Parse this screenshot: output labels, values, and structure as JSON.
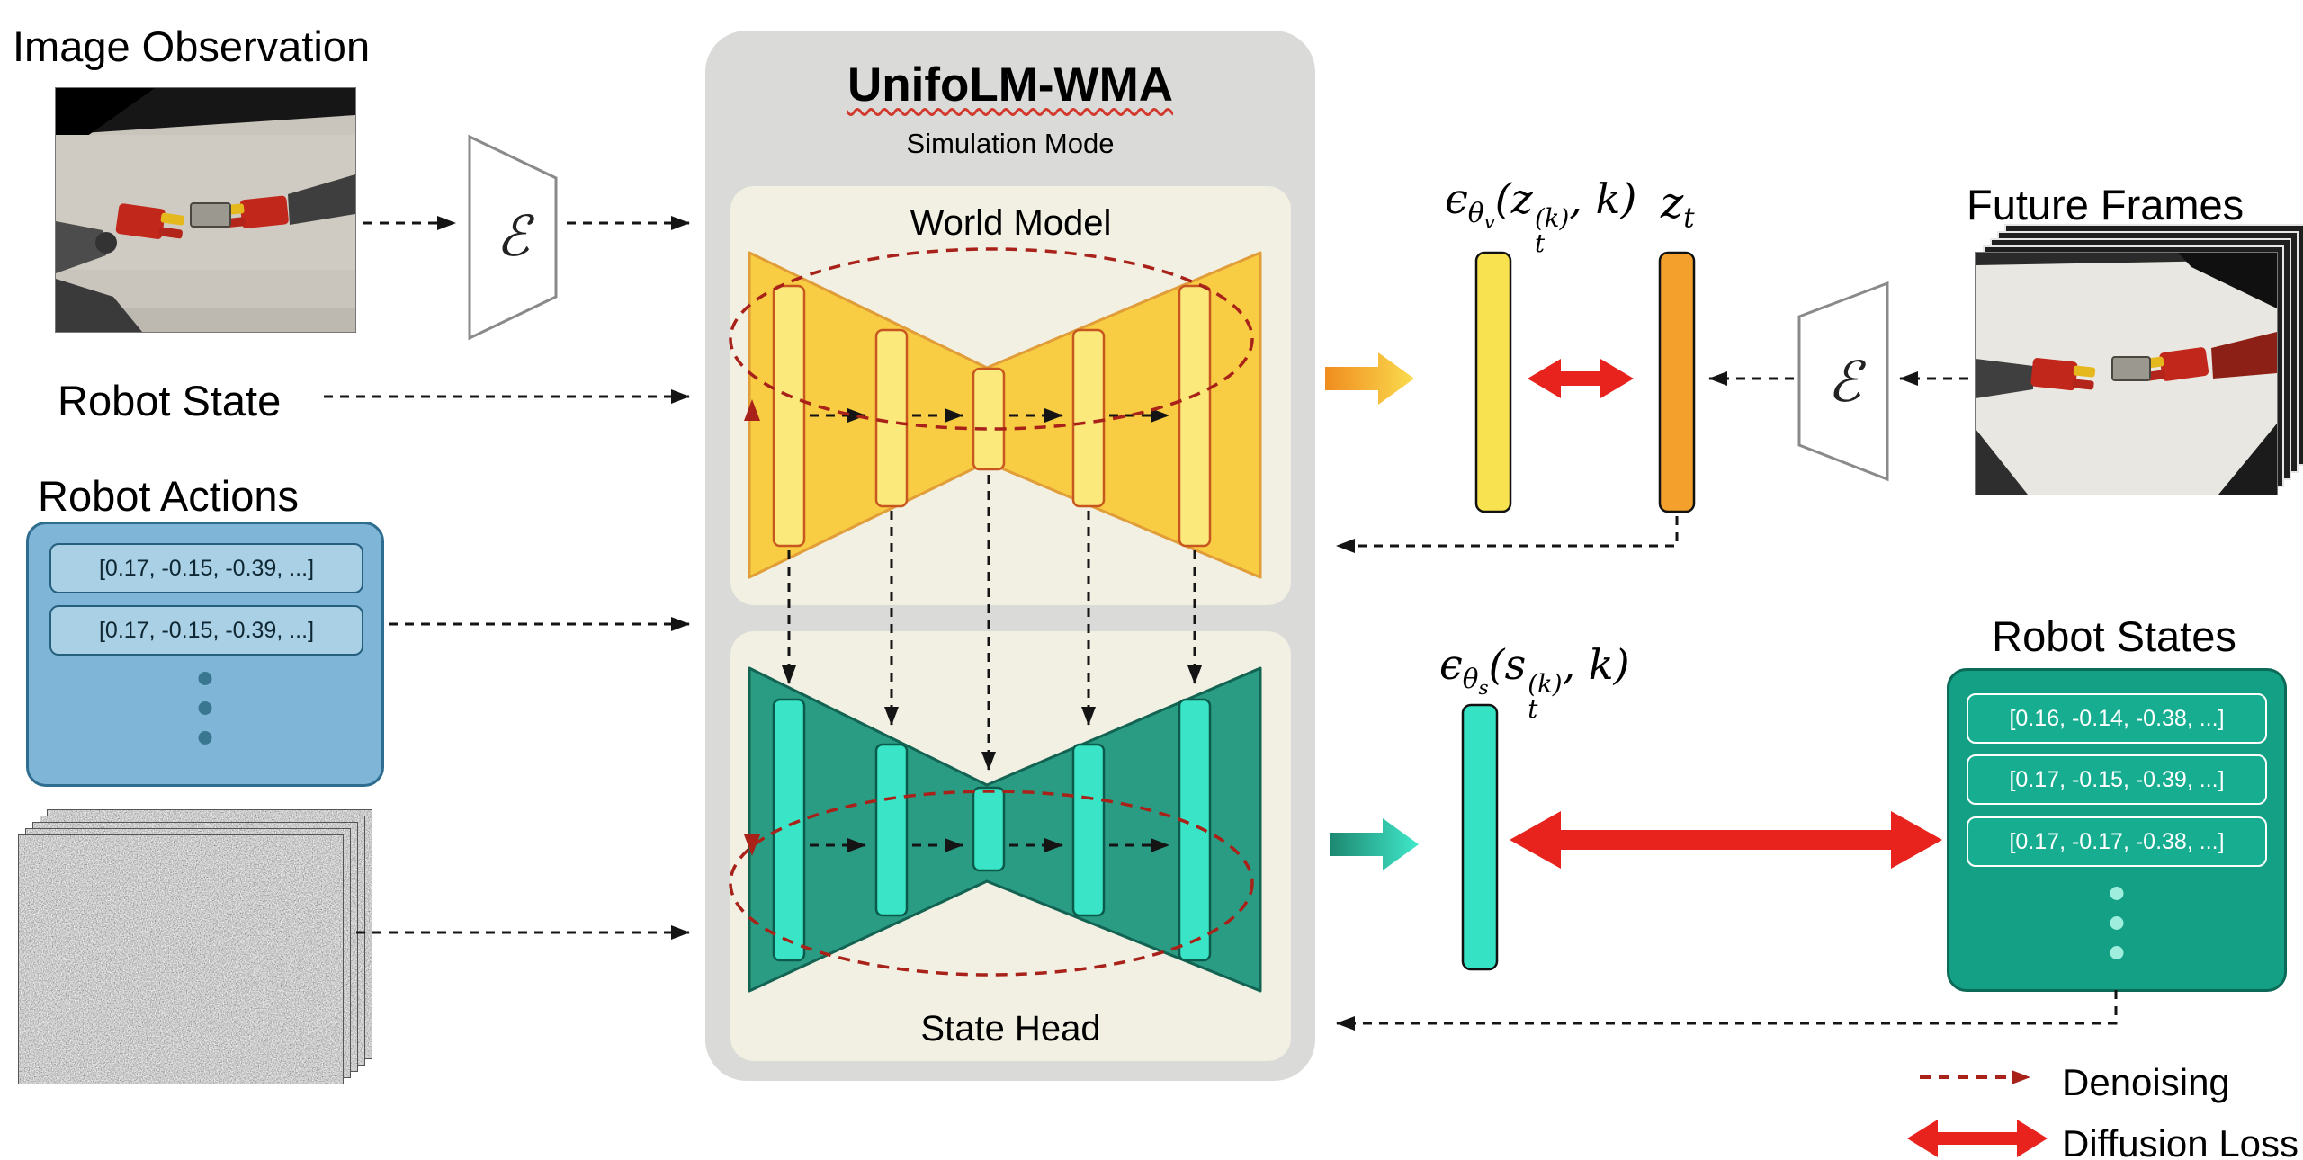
{
  "title": {
    "main": "UnifoLM-WMA",
    "mode": "Simulation Mode"
  },
  "panels": {
    "world_model": "World Model",
    "state_head": "State Head"
  },
  "inputs": {
    "image_observation": "Image Observation",
    "robot_state": "Robot State",
    "robot_actions": "Robot Actions",
    "action_vectors": [
      "[0.17, -0.15, -0.39, ...]",
      "[0.17, -0.15, -0.39, ...]"
    ]
  },
  "outputs": {
    "future_frames": "Future Frames",
    "robot_states": "Robot States",
    "state_vectors": [
      "[0.16, -0.14, -0.38, ...]",
      "[0.17, -0.15, -0.39, ...]",
      "[0.17, -0.17, -0.38, ...]"
    ]
  },
  "math": {
    "encoder_symbol": "ℰ",
    "eps_v": {
      "eps": "ϵ",
      "theta": "θ",
      "theta_sub": "v",
      "open": "(",
      "var": "z",
      "var_sub": "t",
      "var_sup": "(k)",
      "close": ", k)"
    },
    "eps_s": {
      "eps": "ϵ",
      "theta": "θ",
      "theta_sub": "s",
      "open": "(",
      "var": "s",
      "var_sub": "t",
      "var_sup": "(k)",
      "close": ", k)"
    },
    "z_t": {
      "var": "z",
      "sub": "t"
    }
  },
  "legend": {
    "denoising": "Denoising",
    "diffusion_loss": "Diffusion Loss"
  },
  "colors": {
    "container_gray": "#dadad8",
    "panel_cream": "#f2f0e3",
    "unet_yellow_fill": "#f8cd43",
    "unet_yellow_stroke": "#e09d38",
    "bar_yellow_fill": "#fbe97b",
    "bar_yellow_stroke": "#c8571f",
    "unet_teal_fill": "#2a9c83",
    "unet_teal_stroke": "#136353",
    "bar_teal_fill": "#3ae4c6",
    "bar_teal_stroke": "#0c5a4b",
    "actions_blue": "#7fb5d6",
    "states_teal": "#13a085",
    "noise_pred_yellow": "#f9e24f",
    "latent_orange": "#f3a02c",
    "diffusion_loss_red": "#e8231d",
    "denoising_red": "#a8221a"
  }
}
